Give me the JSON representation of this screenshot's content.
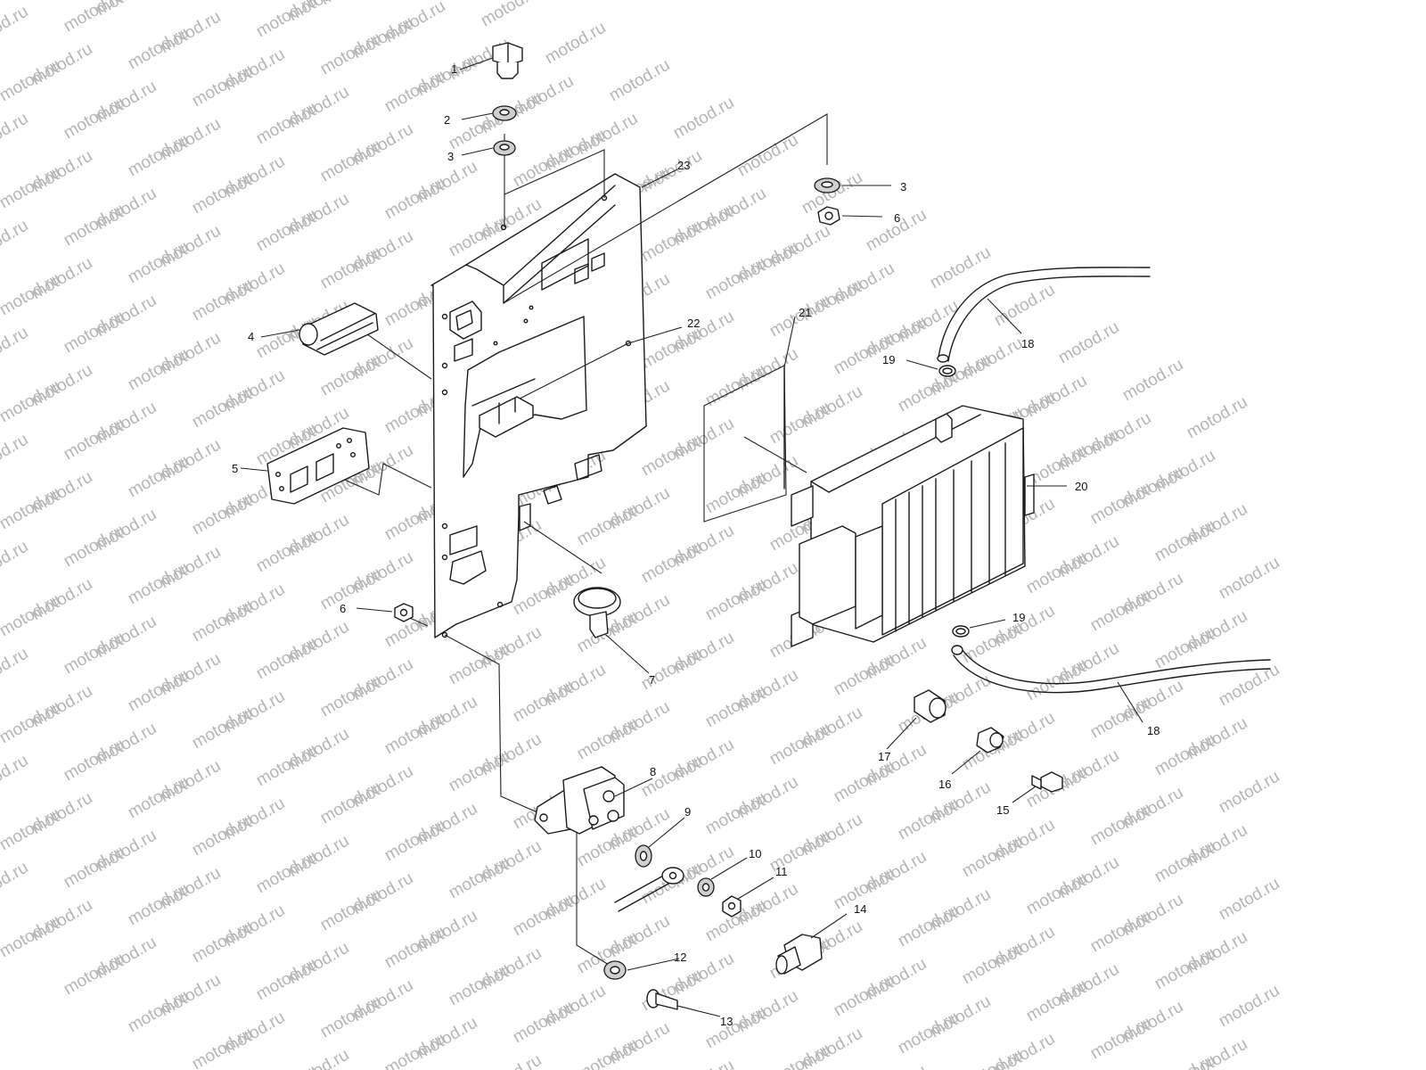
{
  "watermark": {
    "text": "motod.ru"
  },
  "callouts": [
    {
      "id": "c1",
      "label": "1"
    },
    {
      "id": "c2",
      "label": "2"
    },
    {
      "id": "c3a",
      "label": "3"
    },
    {
      "id": "c3b",
      "label": "3"
    },
    {
      "id": "c4",
      "label": "4"
    },
    {
      "id": "c5",
      "label": "5"
    },
    {
      "id": "c6a",
      "label": "6"
    },
    {
      "id": "c6b",
      "label": "6"
    },
    {
      "id": "c7",
      "label": "7"
    },
    {
      "id": "c8",
      "label": "8"
    },
    {
      "id": "c9",
      "label": "9"
    },
    {
      "id": "c10",
      "label": "10"
    },
    {
      "id": "c11",
      "label": "11"
    },
    {
      "id": "c12",
      "label": "12"
    },
    {
      "id": "c13",
      "label": "13"
    },
    {
      "id": "c14",
      "label": "14"
    },
    {
      "id": "c15",
      "label": "15"
    },
    {
      "id": "c16",
      "label": "16"
    },
    {
      "id": "c17",
      "label": "17"
    },
    {
      "id": "c18a",
      "label": "18"
    },
    {
      "id": "c18b",
      "label": "18"
    },
    {
      "id": "c19a",
      "label": "19"
    },
    {
      "id": "c19b",
      "label": "19"
    },
    {
      "id": "c20",
      "label": "20"
    },
    {
      "id": "c21",
      "label": "21"
    },
    {
      "id": "c22",
      "label": "22"
    },
    {
      "id": "c23",
      "label": "23"
    }
  ]
}
